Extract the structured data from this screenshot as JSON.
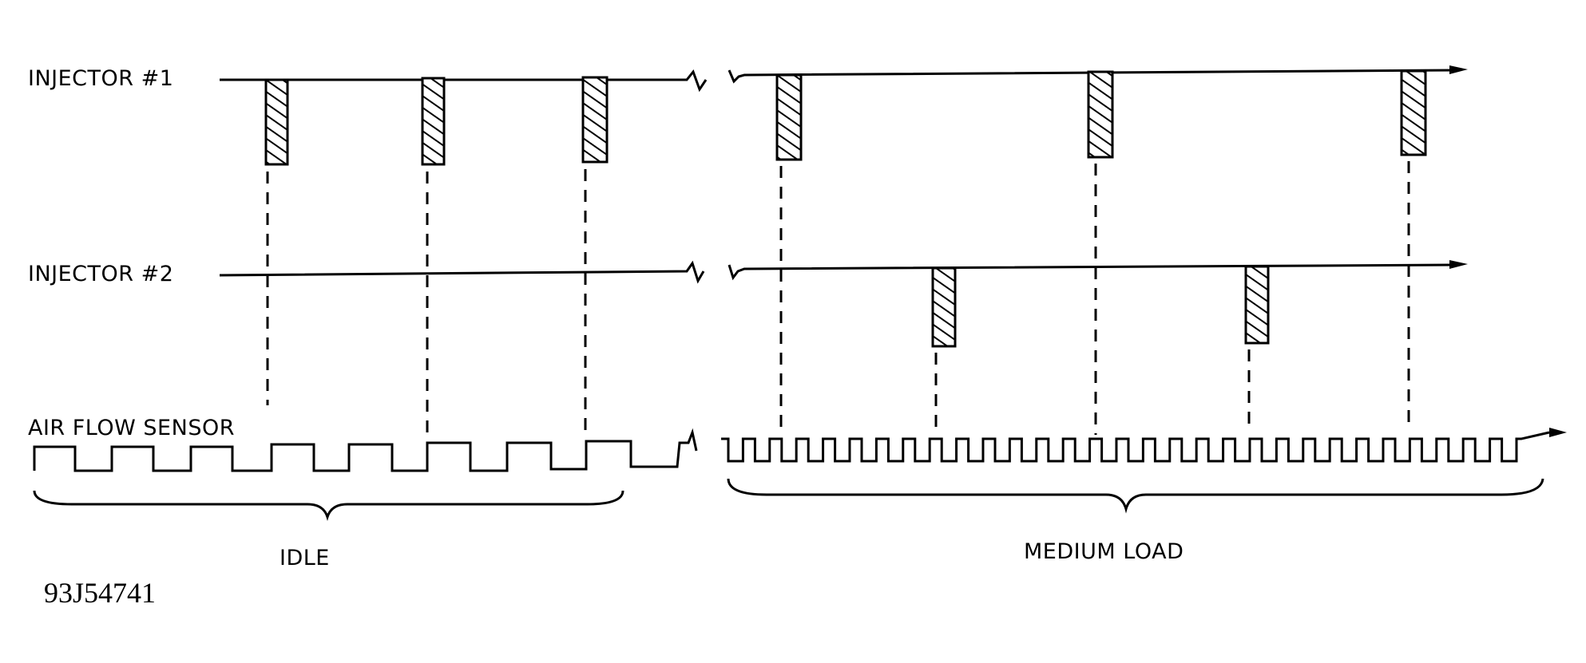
{
  "labels": {
    "injector1": "INJECTOR #1",
    "injector2": "INJECTOR #2",
    "airflow": "AIR FLOW SENSOR",
    "idle": "IDLE",
    "medium": "MEDIUM LOAD",
    "code": "93J54741"
  }
}
